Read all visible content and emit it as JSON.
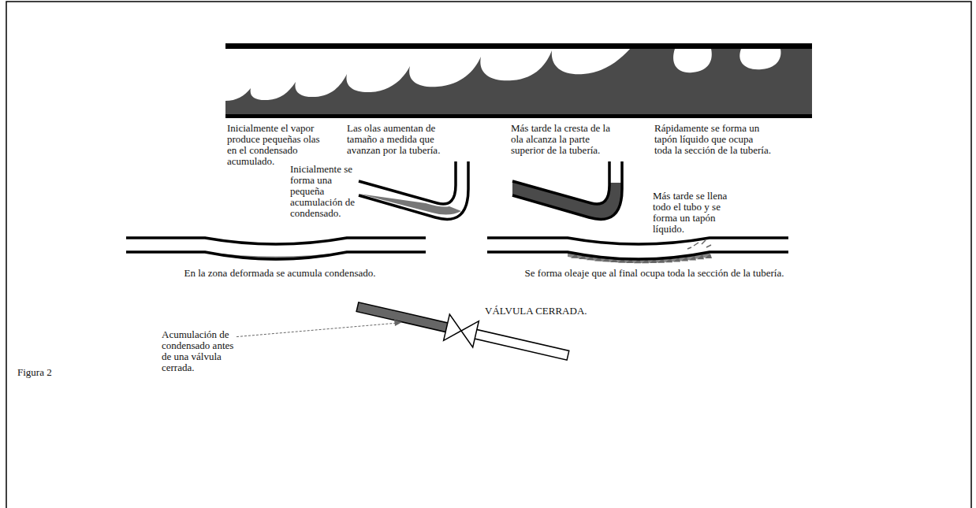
{
  "diagram": {
    "caption": "Figura 2",
    "labels": [
      "Inicialmente el vapor produce pequeñas olas en el condensado acumulado.",
      "Las olas aumentan de tamaño a medida que avanzan por la tubería.",
      "Más tarde la cresta de la ola alcanza la parte superior de la tubería.",
      "Rápidamente se forma un tapón líquido que ocupa toda la sección de la tubería.",
      "Inicialmente se forma una pequeña acumulación de condensado.",
      "Más tarde se llena todo el tubo y se forma un tapón líquido.",
      "En la zona deformada se acumula condensado.",
      "Se forma oleaje que al final ocupa toda la sección de la tubería.",
      "VÁLVULA CERRADA.",
      "Acumulación de condensado antes de una válvula cerrada."
    ]
  }
}
